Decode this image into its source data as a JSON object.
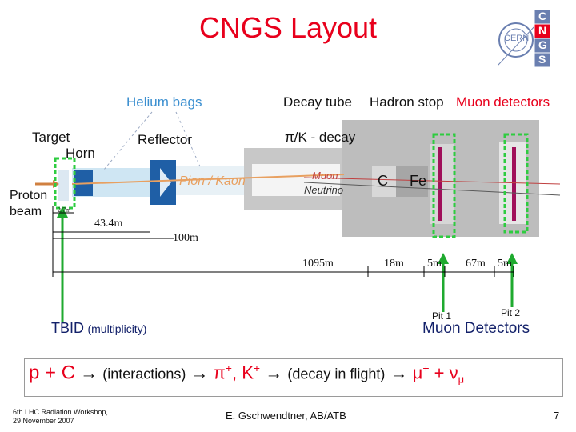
{
  "title": "CNGS Layout",
  "logo": {
    "cern": "CERN",
    "letters": [
      "C",
      "N",
      "G",
      "S"
    ]
  },
  "beamline": {
    "helium_bags": "Helium bags",
    "decay_tube": "Decay tube",
    "hadron_stop": "Hadron stop",
    "muon_detectors": "Muon detectors",
    "target": "Target",
    "horn": "Horn",
    "reflector": "Reflector",
    "pi_k_decay": "π/K - decay",
    "proton": "Proton",
    "beam": "beam",
    "pion_kaon": "Pion / Kaon",
    "muon": "Muon",
    "neutrino": "Neutrino",
    "c_block": "C",
    "fe_block": "Fe"
  },
  "distances": {
    "d_small": "2.7m",
    "d_horn": "43.4m",
    "d_reflector": "100m",
    "d_tube": "1095m",
    "d_hadron": "18m",
    "d_gap1": "5m",
    "d_pits": "67m",
    "d_gap2": "5m"
  },
  "pits": {
    "pit1": "Pit 1",
    "pit2": "Pit 2",
    "label": "Muon Detectors"
  },
  "tbid": {
    "name": "TBID",
    "note": "(multiplicity)"
  },
  "formula": {
    "start": "p + C",
    "arrow1": "→",
    "interactions": "(interactions)",
    "arrow2": "→",
    "pi": "π",
    "pi_sup": "+",
    "comma": ",",
    "kaon": "K",
    "kaon_sup": "+",
    "arrow3": "→",
    "decay": "(decay in flight)",
    "arrow4": "→",
    "mu": "μ",
    "mu_sup": "+",
    "plus": "+",
    "nu": "ν",
    "nu_sub": "μ"
  },
  "footer": {
    "workshop_line1": "6th LHC Radiation Workshop,",
    "workshop_line2": "29 November 2007",
    "author": "E. Gschwendtner, AB/ATB",
    "page": "7"
  },
  "colors": {
    "title": "#e8001c",
    "helium_bags": "#3b8fd0",
    "pion_kaon": "#e8a060",
    "muon_detectors": "#e8001c",
    "detector_box": "#2ecc40",
    "pit_arrow": "#1faa2f",
    "detector_bar": "#a0105a"
  }
}
